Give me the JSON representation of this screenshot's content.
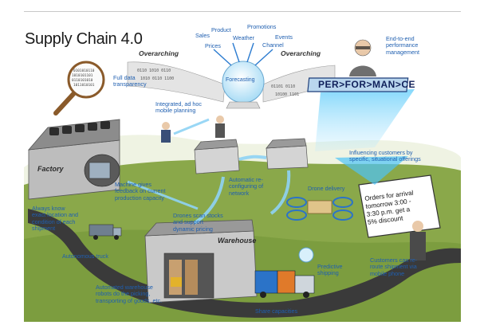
{
  "title": "Supply Chain 4.0",
  "overarching_left": "Overarching",
  "overarching_right": "Overarching",
  "forecasting": {
    "center": "Forecasting",
    "inputs": [
      "Sales",
      "Prices",
      "Product",
      "Weather",
      "Promotions",
      "Channel",
      "Events"
    ]
  },
  "performance_board": "PER>FOR>MAN>CE",
  "labels": {
    "full_data": "Full data\ntransparency",
    "end_to_end": "End-to-end\nperformance\nmanagement",
    "mobile_planning": "Integrated, ad hoc\nmobile planning",
    "factory": "Factory",
    "warehouse": "Warehouse",
    "machine_feedback": "Machine gives\nfeedback on current\nproduction capacity",
    "reconfiguring": "Automatic re-\nconfiguring of\nnetwork",
    "drone_delivery": "Drone delivery",
    "influencing": "Influencing customers by\nspecific, situational offerings",
    "always_know": "Always know\nexact location and\ncondition of each\nshipment",
    "drones_scan": "Drones scan stocks\nand support\ndynamic pricing",
    "autonomous_truck": "Autonomous truck",
    "automated_warehouse": "Automated warehouse\nrobots do the picking,\ntransporting of goods, etc.",
    "predictive_shipping": "Predictive\nshipping",
    "share_capacities": "Share capacities",
    "reroute": "Customers can re-\nroute shipment via\nmobile phone"
  },
  "phone_offer": "Orders for arrival\ntomorrow 3:00 -\n3:30 p.m. get a\n5% discount",
  "colors": {
    "label_blue": "#1f5fb0",
    "beam": "#4fc3f7",
    "grass": "#8aa84a",
    "road": "#3a3a3a",
    "board": "#b9d6ee"
  }
}
